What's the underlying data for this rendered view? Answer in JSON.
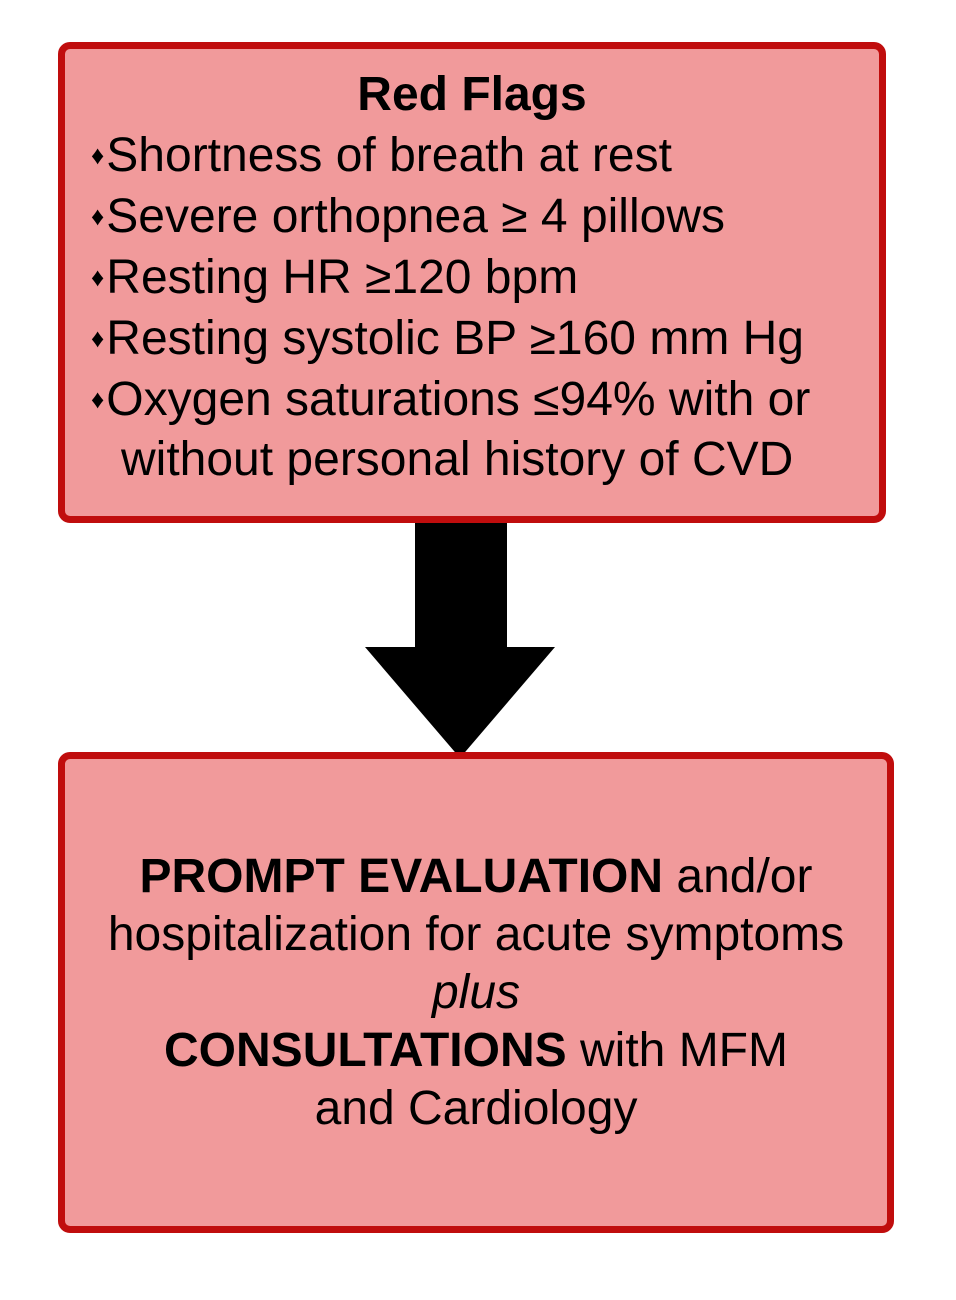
{
  "colors": {
    "box_border": "#C00D0D",
    "box_fill": "#F19A9B",
    "arrow": "#000000",
    "text": "#000000",
    "background": "#FFFFFF"
  },
  "top_box": {
    "title": "Red Flags",
    "bullet_char": "♦",
    "lines": [
      {
        "bullet": true,
        "text": "Shortness of breath at rest"
      },
      {
        "bullet": true,
        "text": "Severe orthopnea ≥ 4 pillows"
      },
      {
        "bullet": true,
        "text": "Resting HR ≥120 bpm"
      },
      {
        "bullet": true,
        "text": "Resting systolic BP ≥160 mm Hg"
      },
      {
        "bullet": true,
        "text": "Oxygen saturations ≤94% with or"
      },
      {
        "bullet": false,
        "text": "without personal history of CVD"
      }
    ]
  },
  "connector": {
    "icon": "down-arrow-icon",
    "direction": "down"
  },
  "bottom_box": {
    "lines": [
      {
        "segments": [
          {
            "text": "PROMPT EVALUATION",
            "style": "bold"
          },
          {
            "text": " and/or",
            "style": "regular"
          }
        ]
      },
      {
        "segments": [
          {
            "text": "hospitalization for acute symptoms",
            "style": "regular"
          }
        ]
      },
      {
        "segments": [
          {
            "text": "plus",
            "style": "italic"
          }
        ]
      },
      {
        "segments": [
          {
            "text": "CONSULTATIONS",
            "style": "bold"
          },
          {
            "text": " with MFM",
            "style": "regular"
          }
        ]
      },
      {
        "segments": [
          {
            "text": "and Cardiology",
            "style": "regular"
          }
        ]
      }
    ]
  }
}
